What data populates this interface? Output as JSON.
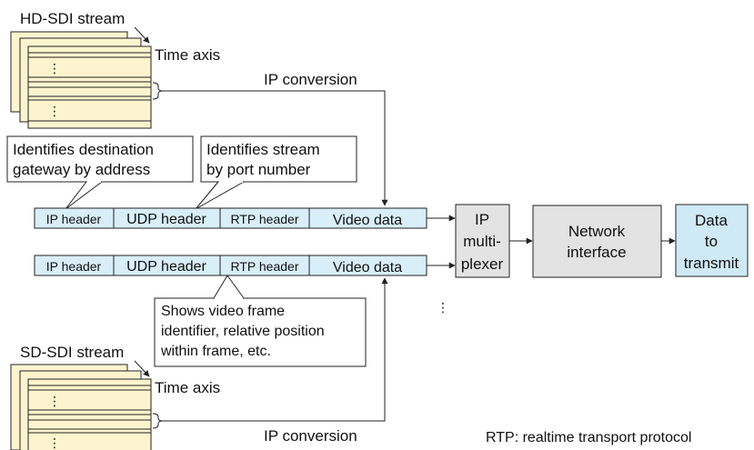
{
  "hd_stream": {
    "title": "HD-SDI stream",
    "time_axis": "Time axis",
    "ip_conversion": "IP conversion",
    "dots": "⋮"
  },
  "sd_stream": {
    "title": "SD-SDI stream",
    "time_axis": "Time axis",
    "ip_conversion": "IP conversion",
    "dots": "⋮"
  },
  "callouts": {
    "ip_header_note": {
      "line1": "Identifies destination",
      "line2": "gateway by address"
    },
    "udp_header_note": {
      "line1": "Identifies stream",
      "line2": "by port number"
    },
    "rtp_header_note": {
      "line1": "Shows video frame",
      "line2": "identifier, relative position",
      "line3": "within frame, etc."
    }
  },
  "packets": [
    {
      "ip_header": "IP header",
      "udp_header": "UDP header",
      "rtp_header": "RTP header",
      "video_data": "Video data"
    },
    {
      "ip_header": "IP header",
      "udp_header": "UDP header",
      "rtp_header": "RTP header",
      "video_data": "Video data"
    }
  ],
  "packet_ellipsis": "⋮",
  "multiplexer": {
    "line1": "IP",
    "line2": "multi-",
    "line3": "plexer"
  },
  "network_interface": {
    "line1": "Network",
    "line2": "interface"
  },
  "data_to_transmit": {
    "line1": "Data",
    "line2": "to",
    "line3": "transmit"
  },
  "footnote": "RTP: realtime transport protocol",
  "colors": {
    "packet_fill": "#d8eef9",
    "frame_fill": "#fdf4cf",
    "block_gray": "#e3e3e3",
    "block_blue": "#cfe9f7",
    "stroke": "#222222"
  }
}
